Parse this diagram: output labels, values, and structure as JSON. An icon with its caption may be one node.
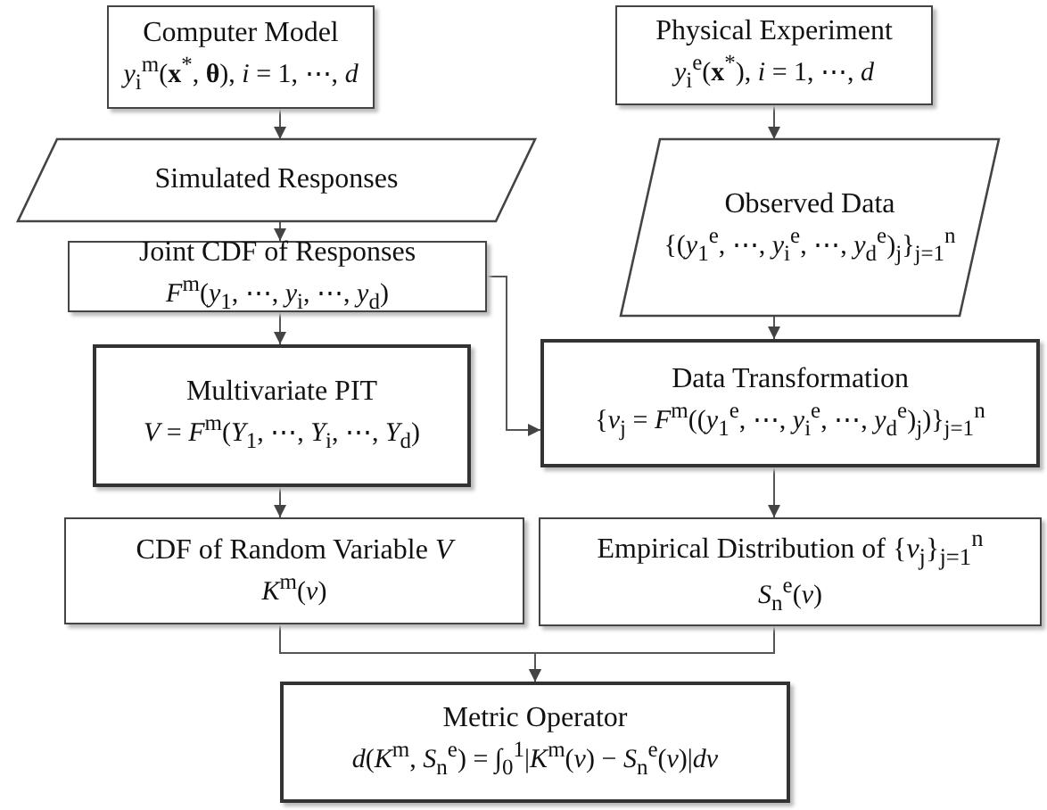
{
  "diagram": {
    "nodes": [
      {
        "text": [
          "Computer Model",
          "*y*$_{i}$$^{m}$(**x**$^{*}$, **θ**), *i* = 1, ⋯, *d*"
        ]
      },
      {
        "text": [
          "Simulated Responses"
        ]
      },
      {
        "text": [
          "Joint CDF of Responses",
          "*F*$^{m}$(*y*$_{1}$, ⋯, *y*$_{i}$, ⋯, *y*$_{d}$)"
        ]
      },
      {
        "text": [
          "Multivariate PIT",
          "*V* = *F*$^{m}$(*Y*$_{1}$, ⋯, *Y*$_{i}$, ⋯, *Y*$_{d}$)"
        ]
      },
      {
        "text": [
          "CDF of Random Variable *V*",
          "*K*$^{m}$(*v*)"
        ]
      },
      {
        "text": [
          "Physical Experiment",
          "*y*$_{i}$$^{e}$(**x**$^{*}$), *i* = 1, ⋯, *d*"
        ]
      },
      {
        "text": [
          "Observed Data",
          "{(*y*$_{1}$$^{e}$, ⋯, *y*$_{i}$$^{e}$, ⋯, *y*$_{d}$$^{e}$)$_{j}$}$_{j=1}$$^{n}$"
        ]
      },
      {
        "text": [
          "Data Transformation",
          "{*v*$_{j}$ = *F*$^{m}$((*y*$_{1}$$^{e}$, ⋯, *y*$_{i}$$^{e}$, ⋯, *y*$_{d}$$^{e}$)$_{j}$)}$_{j=1}$$^{n}$"
        ]
      },
      {
        "text": [
          "Empirical Distribution of {*v*$_{j}$}$_{j=1}$$^{n}$",
          "*S*$_{n}$$^{e}$(*v*)"
        ]
      },
      {
        "text": [
          "Metric Operator",
          "*d*(*K*$^{m}$, *S*$_{n}$$^{e}$) = ∫$_{0}$$^{1}$|*K*$^{m}$(*v*) − *S*$_{n}$$^{e}$(*v*)|*dv*"
        ]
      }
    ],
    "edges": [
      {
        "from": 0,
        "to": 1,
        "arrow": "to"
      },
      {
        "from": 1,
        "to": 2,
        "arrow": "to"
      },
      {
        "from": 2,
        "to": 3,
        "arrow": "to"
      },
      {
        "from": 3,
        "to": 4,
        "arrow": "to"
      },
      {
        "from": 5,
        "to": 6,
        "arrow": "to"
      },
      {
        "from": 6,
        "to": 7,
        "arrow": "to"
      },
      {
        "from": 2,
        "to": 7,
        "arrow": "to"
      },
      {
        "from": 7,
        "to": 8,
        "arrow": "to"
      },
      {
        "from": 4,
        "to": 9,
        "arrow": "to"
      },
      {
        "from": 8,
        "to": 9,
        "arrow": "to"
      }
    ]
  }
}
